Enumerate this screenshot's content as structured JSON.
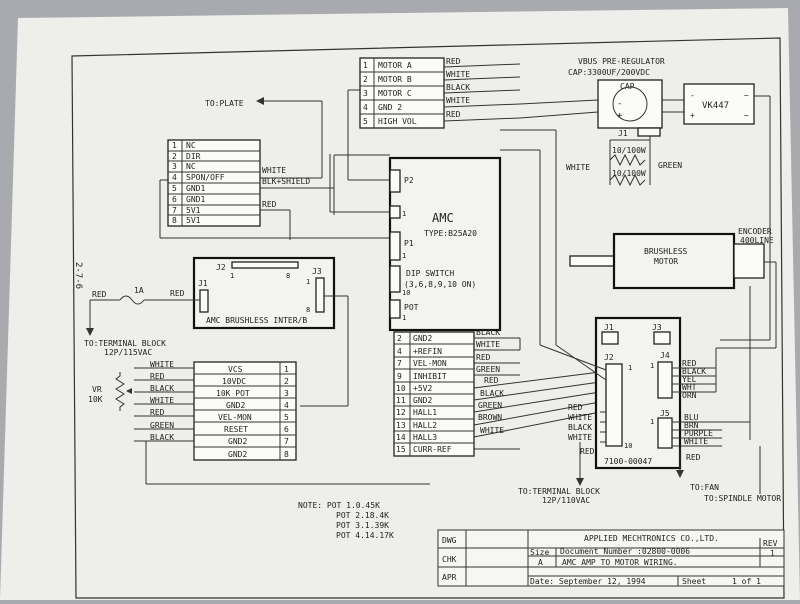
{
  "labels": {
    "to_plate": "TO:PLATE",
    "vbus_title": "VBUS PRE-REGULATOR",
    "cap_rating": "CAP:3300UF/200VDC",
    "cap": "CAP",
    "vk447": "VK447",
    "j1_top": "J1",
    "res1": "10/100W",
    "res2": "10/100W",
    "white_res": "WHITE",
    "green_res": "GREEN",
    "amc_name": "AMC",
    "amc_type": "TYPE:B25A20",
    "amc_p2": "P2",
    "amc_p1": "P1",
    "amc_dip": "DIP SWITCH",
    "amc_dip_on": "(3,6,8,9,10 ON)",
    "amc_pot": "POT",
    "amc_n1a": "1",
    "amc_n1b": "1",
    "amc_n10": "10",
    "amc_n1c": "1",
    "brushless_motor_1": "BRUSHLESS",
    "brushless_motor_2": "MOTOR",
    "encoder_1": "ENCODER",
    "encoder_2": "400LINE",
    "inter_name": "AMC BRUSHLESS INTER/B",
    "inter_j2": "J2",
    "inter_j1": "J1",
    "inter_j3": "J3",
    "inter_n1": "1",
    "inter_n8": "8",
    "inter_n1b": "1",
    "inter_n8b": "8",
    "red_in": "RED",
    "fuse": "1A",
    "red_out": "RED",
    "terminal_left_1": "TO:TERMINAL BLOCK",
    "terminal_left_2": "12P/115VAC",
    "side_code": "2-7-6",
    "vr_1": "VR",
    "vr_2": "10K",
    "white_mid": "WHITE",
    "blk_shield": "BLK+SHIELD",
    "red_mid": "RED",
    "terminal_mid_1": "TO:TERMINAL BLOCK",
    "terminal_mid_2": "12P/110VAC",
    "to_fan": "TO:FAN",
    "to_spindle": "TO:SPINDLE MOTOR",
    "ctrl_j1": "J1",
    "ctrl_j2": "J2",
    "ctrl_j3": "J3",
    "ctrl_j4": "J4",
    "ctrl_j5": "J5",
    "ctrl_part": "7100-00047",
    "ctrl_n1a": "1",
    "ctrl_n10": "10",
    "ctrl_n1b": "1",
    "ctrl_n1c": "1",
    "j2_red": "RED",
    "j2_white": "WHITE",
    "j2_black": "BLACK",
    "j2_white2": "WHITE",
    "j2_red_bottom": "RED",
    "j5_red": "RED",
    "j4_red": "RED",
    "j4_black": "BLACK",
    "j4_yel": "YEL",
    "j4_wht": "WHT",
    "j4_orn": "ORN",
    "j5_blu": "BLU",
    "j5_brn": "BRN",
    "j5_purple": "PURPLE",
    "j5_white": "WHITE",
    "note_1": "NOTE: POT 1.0.45K",
    "note_2": "POT 2.18.4K",
    "note_3": "POT 3.1.39K",
    "note_4": "POT 4.14.17K"
  },
  "motor_connector": [
    {
      "pin": "1",
      "name": "MOTOR A",
      "wire": "RED"
    },
    {
      "pin": "2",
      "name": "MOTOR B",
      "wire": "WHITE"
    },
    {
      "pin": "3",
      "name": "MOTOR C",
      "wire": "BLACK"
    },
    {
      "pin": "4",
      "name": "GND 2",
      "wire": "WHITE"
    },
    {
      "pin": "5",
      "name": "HIGH VOL",
      "wire": "RED"
    }
  ],
  "left_connector": [
    {
      "pin": "1",
      "name": "NC"
    },
    {
      "pin": "2",
      "name": "DIR"
    },
    {
      "pin": "3",
      "name": "NC"
    },
    {
      "pin": "4",
      "name": "SPON/OFF"
    },
    {
      "pin": "5",
      "name": "GND1"
    },
    {
      "pin": "6",
      "name": "GND1"
    },
    {
      "pin": "7",
      "name": "5V1"
    },
    {
      "pin": "8",
      "name": "5V1"
    }
  ],
  "signal_connector": [
    {
      "pin": "2",
      "name": "GND2",
      "wire": "BLACK"
    },
    {
      "pin": "4",
      "name": "+REFIN",
      "wire": "WHITE"
    },
    {
      "pin": "7",
      "name": "VEL-MON",
      "wire": "RED"
    },
    {
      "pin": "9",
      "name": "INHIBIT",
      "wire": "GREEN"
    },
    {
      "pin": "10",
      "name": "+5V2",
      "wire": "RED"
    },
    {
      "pin": "11",
      "name": "GND2",
      "wire": "BLACK"
    },
    {
      "pin": "12",
      "name": "HALL1",
      "wire": "GREEN"
    },
    {
      "pin": "13",
      "name": "HALL2",
      "wire": "BROWN"
    },
    {
      "pin": "14",
      "name": "HALL3",
      "wire": "WHITE"
    },
    {
      "pin": "15",
      "name": "CURR-REF",
      "wire": ""
    }
  ],
  "inter_connector": [
    {
      "wire": "WHITE",
      "name": "VCS",
      "pin": "1"
    },
    {
      "wire": "RED",
      "name": "10VDC",
      "pin": "2"
    },
    {
      "wire": "BLACK",
      "name": "10K POT",
      "pin": "3"
    },
    {
      "wire": "WHITE",
      "name": "GND2",
      "pin": "4"
    },
    {
      "wire": "RED",
      "name": "VEL-MON",
      "pin": "5"
    },
    {
      "wire": "GREEN",
      "name": "RESET",
      "pin": "6"
    },
    {
      "wire": "BLACK",
      "name": "GND2",
      "pin": "7"
    },
    {
      "wire": "",
      "name": "GND2",
      "pin": "8"
    }
  ],
  "title_block": {
    "company": "APPLIED MECHTRONICS CO.,LTD.",
    "dwg": "DWG",
    "chk": "CHK",
    "apr": "APR",
    "size_label": "Size",
    "size": "A",
    "doc_number": "Document Number :02800-0006",
    "title": "AMC AMP TO MOTOR WIRING.",
    "date": "Date: September 12, 1994",
    "sheet": "Sheet",
    "sheet_of": "1  of  1",
    "rev_label": "REV",
    "rev": "1"
  }
}
